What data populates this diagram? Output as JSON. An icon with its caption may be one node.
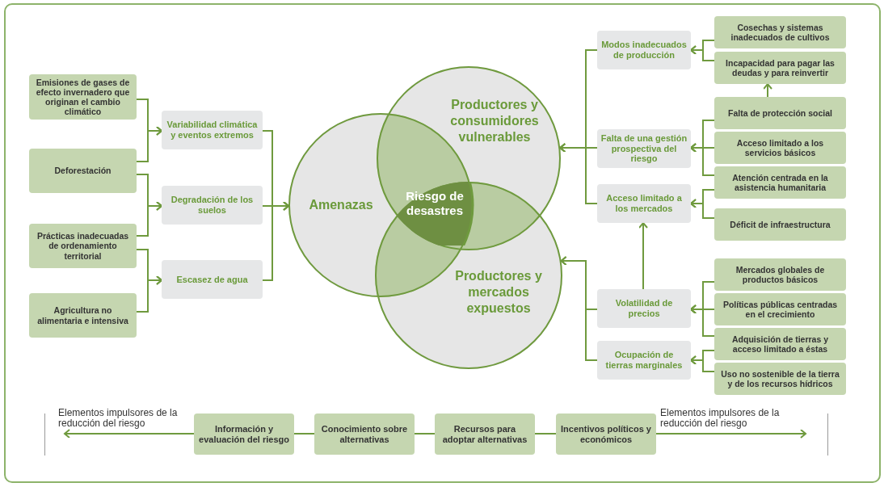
{
  "diagram": {
    "nodes": [
      {
        "text": [
          "Emisiones de gases de efecto invernadero que originan el cambio climático"
        ]
      },
      {
        "text": [
          "Deforestación"
        ]
      },
      {
        "text": [
          "Prácticas inadecuadas de ordenamiento territorial"
        ]
      },
      {
        "text": [
          "Agricultura no alimentaria e intensiva"
        ]
      },
      {
        "text": [
          "Variabilidad climática y eventos extremos"
        ]
      },
      {
        "text": [
          "Degradación de los suelos"
        ]
      },
      {
        "text": [
          "Escasez de agua"
        ]
      },
      {
        "text": [
          "Amenazas"
        ]
      },
      {
        "text": [
          "Productores y consumidores vulnerables"
        ]
      },
      {
        "text": [
          "Riesgo de desastres"
        ]
      },
      {
        "text": [
          "Productores y mercados expuestos"
        ]
      },
      {
        "text": [
          "Modos inadecuados de producción"
        ]
      },
      {
        "text": [
          "Falta de una gestión prospectiva del riesgo"
        ]
      },
      {
        "text": [
          "Acceso limitado a los mercados"
        ]
      },
      {
        "text": [
          "Volatilidad de precios"
        ]
      },
      {
        "text": [
          "Ocupación de tierras marginales"
        ]
      },
      {
        "text": [
          "Cosechas y sistemas inadecuados de cultivos"
        ]
      },
      {
        "text": [
          "Incapacidad para pagar las deudas y para reinvertir"
        ]
      },
      {
        "text": [
          "Falta de protección social"
        ]
      },
      {
        "text": [
          "Acceso limitado a los servicios básicos"
        ]
      },
      {
        "text": [
          "Atención centrada en la asistencia humanitaria"
        ]
      },
      {
        "text": [
          "Déficit de infraestructura"
        ]
      },
      {
        "text": [
          "Mercados globales de productos básicos"
        ]
      },
      {
        "text": [
          "Políticas públicas centradas en el crecimiento"
        ]
      },
      {
        "text": [
          "Adquisición de tierras y acceso limitado a éstas"
        ]
      },
      {
        "text": [
          "Uso no sostenible de la tierra y de los recursos hídricos"
        ]
      },
      {
        "text": [
          "Información y evaluación del riesgo"
        ]
      },
      {
        "text": [
          "Conocimiento sobre alternativas"
        ]
      },
      {
        "text": [
          "Recursos para adoptar alternativas"
        ]
      },
      {
        "text": [
          "Incentivos políticos y económicos"
        ]
      },
      {
        "text": [
          "Elementos impulsores de la reducción del riesgo"
        ]
      },
      {
        "text": [
          "Elementos impulsores de la reducción del riesgo"
        ]
      }
    ],
    "edges": [
      {
        "from": 0,
        "to": 4,
        "arrow": "to"
      },
      {
        "from": 1,
        "to": 4,
        "arrow": "to"
      },
      {
        "from": 1,
        "to": 5,
        "arrow": "to"
      },
      {
        "from": 2,
        "to": 5,
        "arrow": "to"
      },
      {
        "from": 2,
        "to": 6,
        "arrow": "to"
      },
      {
        "from": 3,
        "to": 6,
        "arrow": "to"
      },
      {
        "from": 4,
        "to": 7,
        "arrow": "to"
      },
      {
        "from": 5,
        "to": 7,
        "arrow": "to"
      },
      {
        "from": 6,
        "to": 7,
        "arrow": "to"
      },
      {
        "from": 11,
        "to": 8,
        "arrow": "to"
      },
      {
        "from": 12,
        "to": 8,
        "arrow": "to"
      },
      {
        "from": 13,
        "to": 8,
        "arrow": "to"
      },
      {
        "from": 14,
        "to": 10,
        "arrow": "to"
      },
      {
        "from": 15,
        "to": 10,
        "arrow": "to"
      },
      {
        "from": 14,
        "to": 13,
        "arrow": "to"
      },
      {
        "from": 16,
        "to": 11,
        "arrow": "to"
      },
      {
        "from": 17,
        "to": 11,
        "arrow": "to"
      },
      {
        "from": 18,
        "to": 17,
        "arrow": "to"
      },
      {
        "from": 18,
        "to": 12,
        "arrow": "to"
      },
      {
        "from": 19,
        "to": 12,
        "arrow": "to"
      },
      {
        "from": 20,
        "to": 12,
        "arrow": "to"
      },
      {
        "from": 20,
        "to": 13,
        "arrow": "to"
      },
      {
        "from": 21,
        "to": 13,
        "arrow": "to"
      },
      {
        "from": 22,
        "to": 14,
        "arrow": "to"
      },
      {
        "from": 23,
        "to": 14,
        "arrow": "to"
      },
      {
        "from": 24,
        "to": 14,
        "arrow": "to"
      },
      {
        "from": 24,
        "to": 15,
        "arrow": "to"
      },
      {
        "from": 25,
        "to": 15,
        "arrow": "to"
      },
      {
        "from": 26,
        "to": 30,
        "arrow": "to"
      },
      {
        "from": 26,
        "to": 27,
        "arrow": "none"
      },
      {
        "from": 27,
        "to": 28,
        "arrow": "none"
      },
      {
        "from": 28,
        "to": 29,
        "arrow": "none"
      },
      {
        "from": 29,
        "to": 31,
        "arrow": "to"
      }
    ]
  }
}
